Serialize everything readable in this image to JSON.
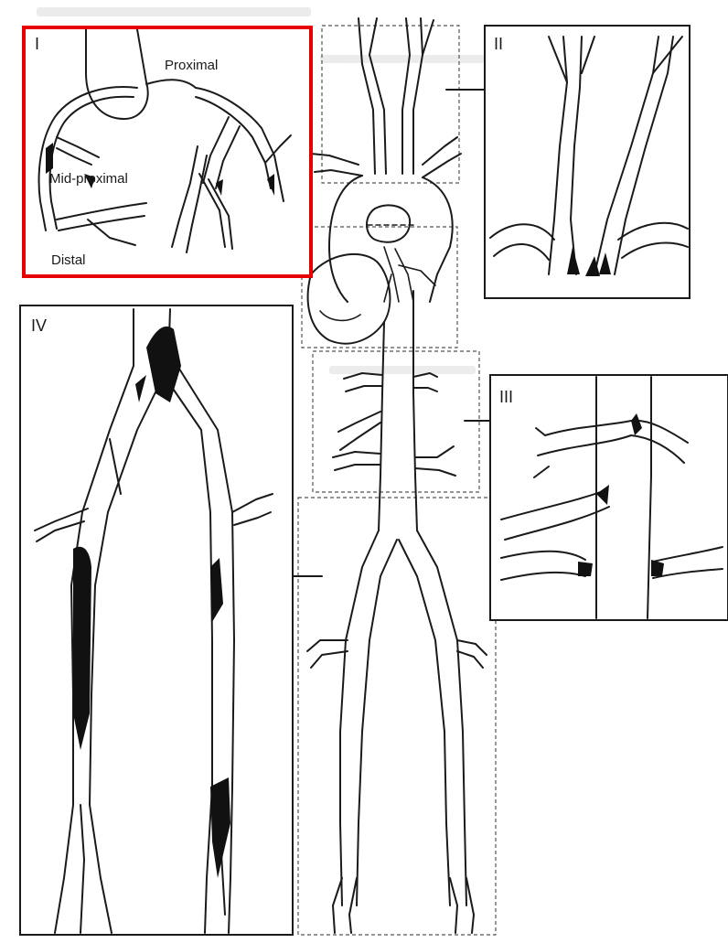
{
  "panels": {
    "coronary": {
      "label": "I",
      "proximal_label": "Proximal",
      "mid_proximal_label": "Mid-proximal",
      "distal_label": "Distal"
    },
    "carotid": {
      "label": "II"
    },
    "renal": {
      "label": "III"
    },
    "iliac_femoral": {
      "label": "IV"
    }
  },
  "highlight": {
    "color": "#e60000",
    "target": "panel I"
  }
}
